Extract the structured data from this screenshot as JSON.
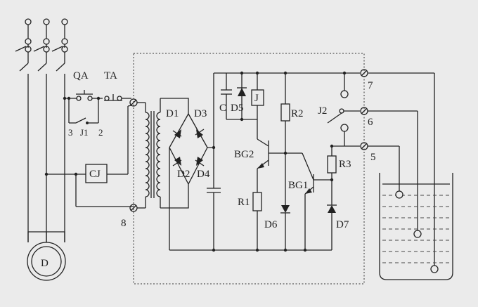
{
  "labels": {
    "qa": "QA",
    "ta": "TA",
    "j1": "J1",
    "n3": "3",
    "n2": "2",
    "cj": "CJ",
    "motor": "D",
    "d1": "D1",
    "d2": "D2",
    "d3": "D3",
    "d4": "D4",
    "d5": "D5",
    "d6": "D6",
    "d7": "D7",
    "c": "C",
    "j": "J",
    "r1": "R1",
    "r2": "R2",
    "r3": "R3",
    "bg1": "BG1",
    "bg2": "BG2",
    "j2": "J2",
    "t5": "5",
    "t6": "6",
    "t7": "7",
    "t8": "8"
  },
  "colors": {
    "background": "#ebebeb",
    "ink": "#222222"
  }
}
